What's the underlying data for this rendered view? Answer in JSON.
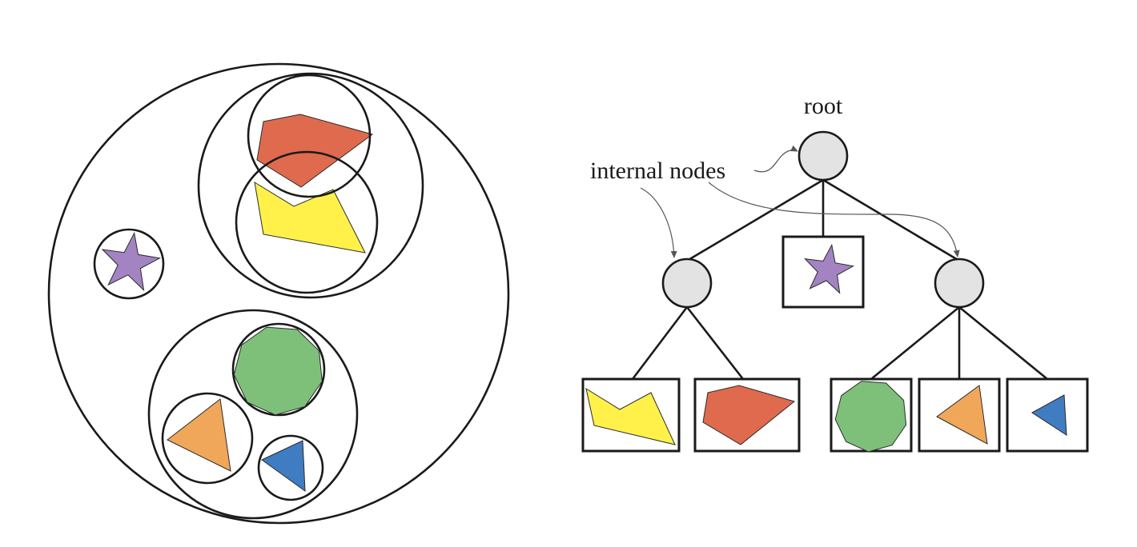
{
  "labels": {
    "root": "root",
    "internal_nodes": "internal nodes"
  },
  "colors": {
    "red": "#e06a4e",
    "yellow": "#fff14a",
    "purple": "#a383c2",
    "green": "#7ec07a",
    "orange": "#f0a75a",
    "blue": "#3f7cc2",
    "internal_node_fill": "#e3e3e3",
    "outline": "#1a1a1a"
  },
  "leaves": [
    {
      "shape": "yellow-polygon"
    },
    {
      "shape": "red-polygon"
    },
    {
      "shape": "green-polygon"
    },
    {
      "shape": "orange-triangle"
    },
    {
      "shape": "blue-triangle"
    }
  ]
}
